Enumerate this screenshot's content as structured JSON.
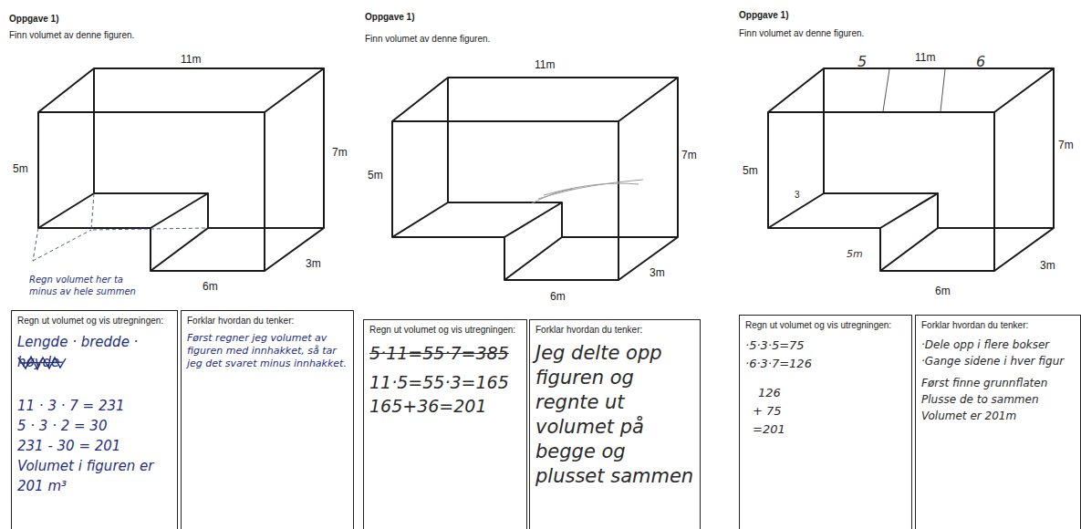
{
  "diagram": {
    "nodes": [
      {
        "text": [
          "Regn ut volumet og vis utregningen:",
          "Lengde · bredde · høyde",
          "11 · 3 · 7 = 231",
          "5 · 3 · 2 = 30",
          "231 - 30 = 201",
          "Volumet i figuren er 201 m³"
        ]
      },
      {
        "text": [
          "Forklar hvordan du tenker:",
          "Først regner jeg volumet av figuren med innhakket, så tar jeg det svaret minus innhakket."
        ]
      },
      {
        "text": [
          "Regn ut volumet og vis utregningen:",
          "5·11=55·7=385",
          "11·5=55·3=165",
          "165+36=201"
        ]
      },
      {
        "text": [
          "Forklar hvordan du tenker:",
          "Jeg delte opp figuren og regnte ut volumet på begge og plusset sammen"
        ]
      },
      {
        "text": [
          "Regn ut volumet og vis utregningen:",
          "·5·3·5=75",
          "·6·3·7=126",
          "126",
          "+ 75",
          "=201"
        ]
      },
      {
        "text": [
          "Forklar hvordan du tenker:",
          "·Dele opp i flere bokser",
          "·Gange sidene i hver figur",
          "Først finne grunnflaten",
          "Plusse de to sammen",
          "Volumet er 201m"
        ]
      }
    ],
    "labels": [
      "Oppgave 1)",
      "Finn volumet av denne figuren.",
      "11m",
      "5m",
      "7m",
      "3m",
      "6m",
      "Regn volumet her ta minus av hele summen",
      "Oppgave 1)",
      "Finn volumet av denne figuren.",
      "11m",
      "5m",
      "7m",
      "3m",
      "6m",
      "Oppgave 1)",
      "Finn volumet av denne figuren.",
      "5",
      "11m",
      "6",
      "5m",
      "7m",
      "3",
      "5m",
      "3m",
      "6m"
    ]
  }
}
